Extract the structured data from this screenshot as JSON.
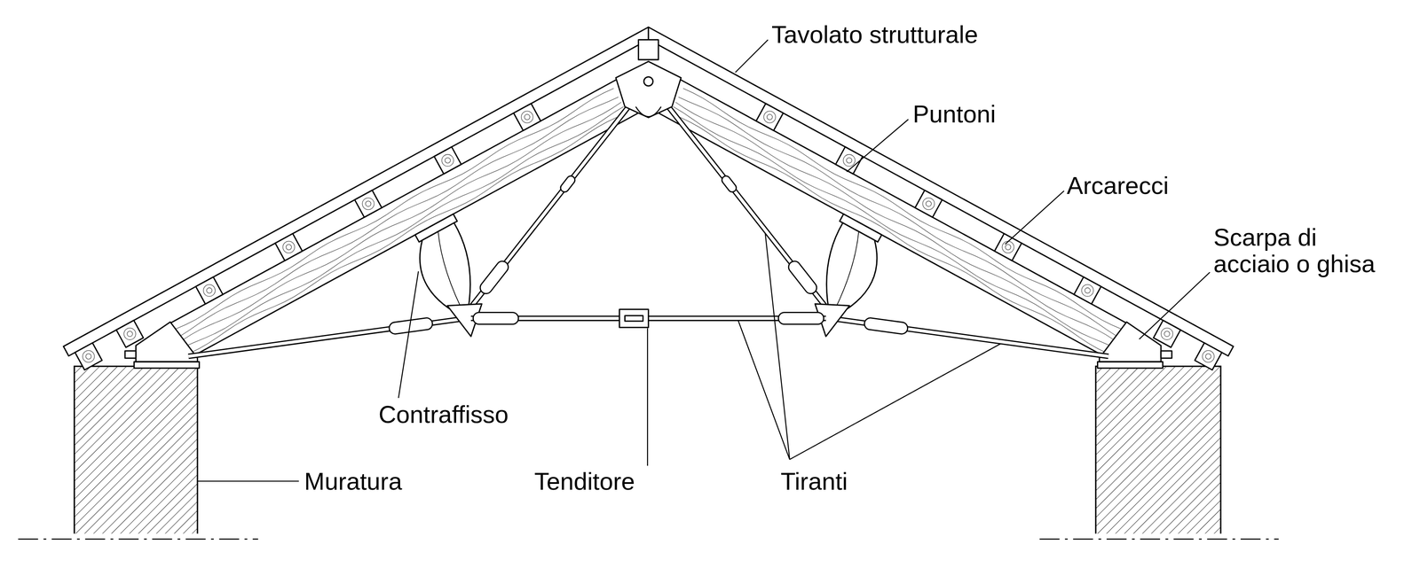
{
  "diagram": {
    "labels": [
      "Tavolato strutturale",
      "Puntoni",
      "Arcarecci",
      "Scarpa di acciaio o ghisa",
      "Contraffisso",
      "Muratura",
      "Tenditore",
      "Tiranti"
    ]
  }
}
